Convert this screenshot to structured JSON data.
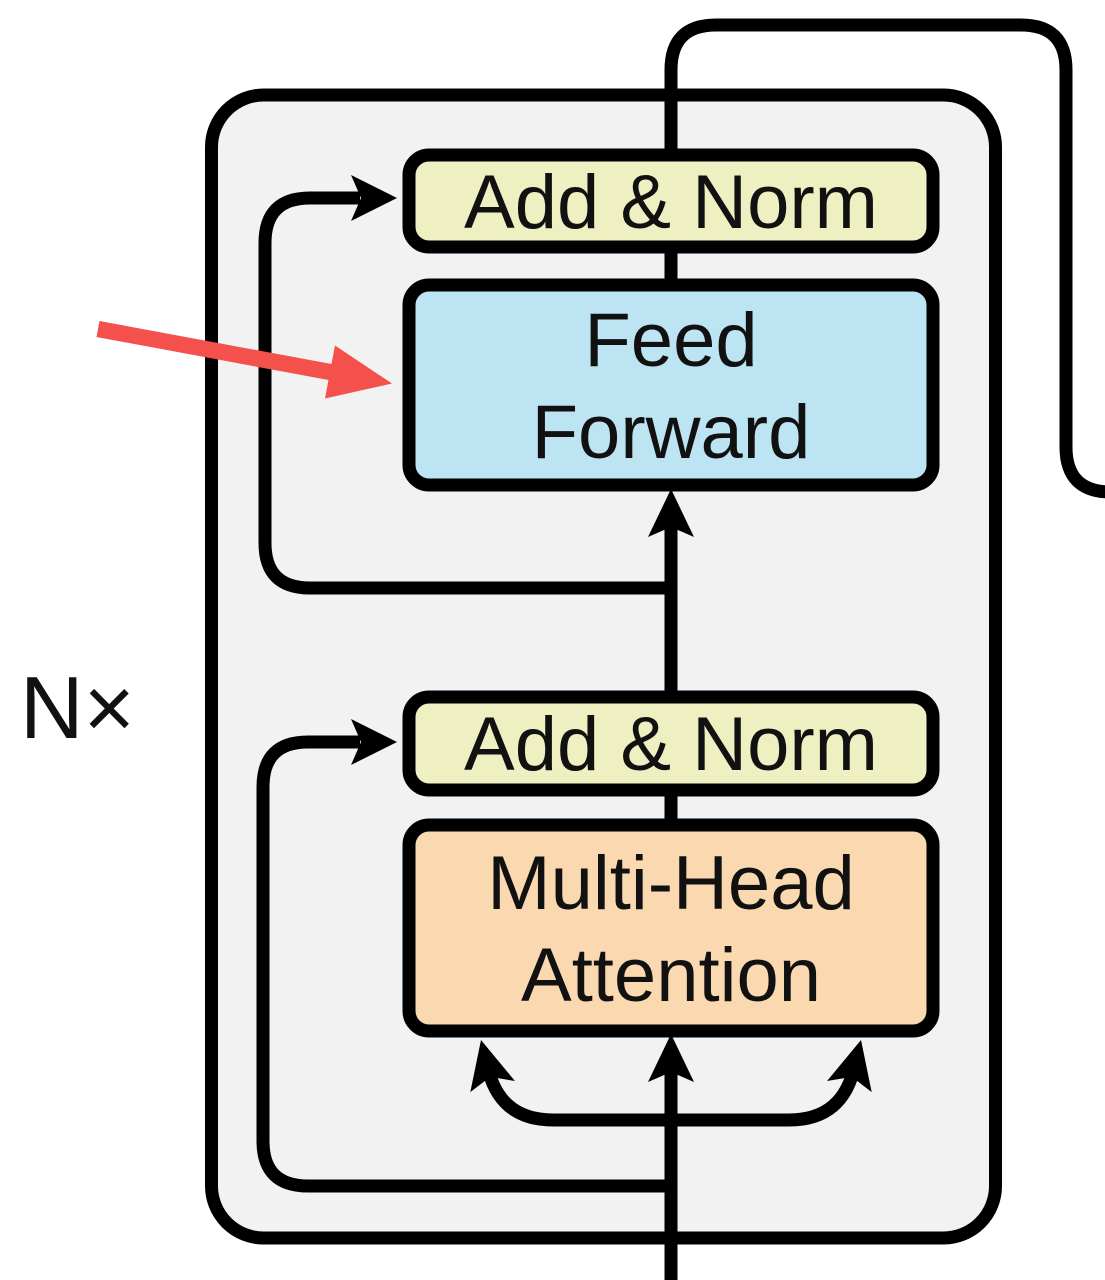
{
  "diagram": {
    "kind": "transformer-encoder-block",
    "repeat_label": "N×",
    "boxes": {
      "add_norm_top": {
        "label": "Add & Norm",
        "fill": "#eef0c2"
      },
      "feed_forward": {
        "line1": "Feed",
        "line2": "Forward",
        "fill": "#bde4f2"
      },
      "add_norm_bottom": {
        "label": "Add & Norm",
        "fill": "#eef0c2"
      },
      "multi_head_attention": {
        "line1": "Multi-Head",
        "line2": "Attention",
        "fill": "#fbd9b0"
      }
    },
    "annotation_arrow": {
      "target": "feed_forward",
      "color": "#f4504c"
    },
    "colors": {
      "container_fill": "#f2f2f3",
      "stroke": "#000000",
      "background": "#ffffff"
    }
  }
}
